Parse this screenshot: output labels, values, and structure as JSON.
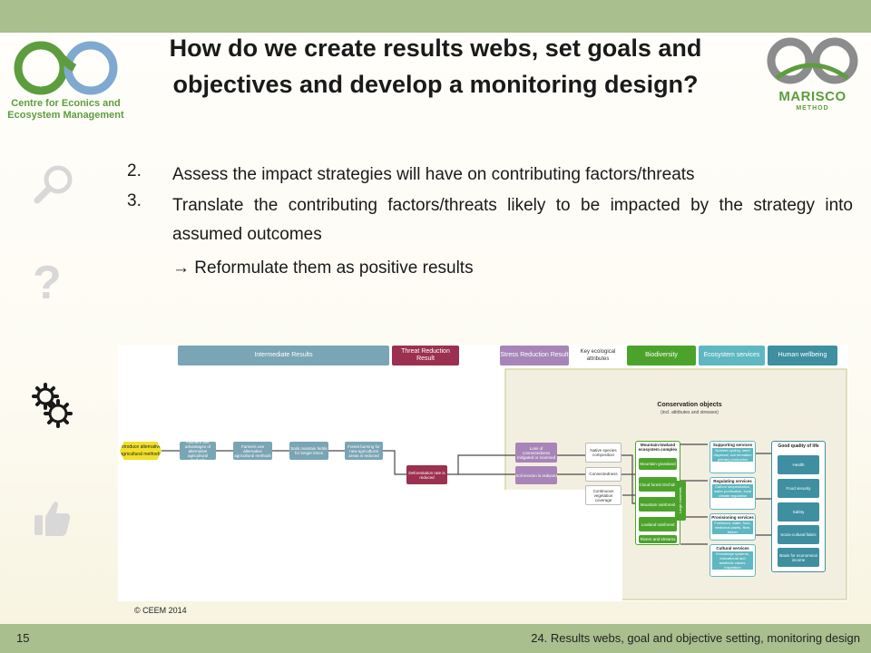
{
  "header": {
    "title": "How do we create results webs, set goals and objectives and develop a monitoring design?"
  },
  "logos": {
    "left": {
      "text_line1": "Centre for Econics and",
      "text_line2": "Ecosystem Management"
    },
    "right": {
      "name": "MARISCO",
      "sub": "METHOD"
    }
  },
  "side_icons": [
    "magnifier-icon",
    "question-icon",
    "gears-icon",
    "thumbs-up-icon"
  ],
  "side_icon_glyph": {
    "question": "?"
  },
  "bullets": [
    {
      "num": "2.",
      "text": "Assess the impact strategies will have on contributing factors/threats"
    },
    {
      "num": "3.",
      "text": "Translate the contributing factors/threats likely to be impacted by the strategy into assumed outcomes"
    },
    {
      "num": "",
      "text": "→ Reformulate them as positive results"
    }
  ],
  "diagram": {
    "headers": {
      "intermediate": "Intermediate Results",
      "threat_reduction": "Threat Reduction Result",
      "stress_reduction": "Stress Reduction Result",
      "key_attrs": "Key ecological attributes",
      "biodiversity": "Biodiversity",
      "ecosystem_services": "Ecosystem services",
      "human_wellbeing": "Human wellbeing"
    },
    "conservation_title": "Conservation objects",
    "conservation_sub": "(incl. attributes and stresses)",
    "strategy": "Introduce alternative agricultural methods",
    "intermediate_boxes": [
      "Farmers see advantages of alternative agricultural methods",
      "Farmers use alternative agricultural methods",
      "Soils maintain fertile for longer times",
      "Forest burning for new agricultural areas is reduced"
    ],
    "threat_box": "Deforestation rate is reduced",
    "stress_boxes": [
      "Loss of connectedness mitigated or reversed",
      "Soil erosion is reduced"
    ],
    "attribute_boxes": [
      "Native species composition",
      "Connectedness",
      "Continuous vegetation coverage"
    ],
    "biodiversity_group": "Mountain-lowland ecosystem complex",
    "biodiversity_boxes": [
      "Mountain grassland",
      "Cloud forest Orchids",
      "Mountain rainforest",
      "Lowland rainforest",
      "Rivers and streams"
    ],
    "large_mammals": "Large mammals",
    "services": [
      {
        "title": "Supporting services",
        "text": "Nutrient cycling, seed dispersal, soil formation primary production"
      },
      {
        "title": "Regulating services",
        "text": "Carbon sequestration, water purification, local climate regulation"
      },
      {
        "title": "Provisioning services",
        "text": "Fuelwood, water, food, medicinal plants, fibre, timber"
      },
      {
        "title": "Cultural services",
        "text": "Knowledge systems, educational and aesthetic values, inspiration"
      }
    ],
    "wellbeing_title": "Good quality of life",
    "wellbeing_boxes": [
      "Health",
      "Food security",
      "Safety",
      "Socio-cultural fabric",
      "Basis for economical income"
    ]
  },
  "copyright": "© CEEM 2014",
  "footer": {
    "slide_number": "15",
    "text": "24. Results webs, goal and objective setting, monitoring design"
  },
  "colors": {
    "bar": "#a9bf8e",
    "intermediate": "#7aa5b4",
    "threat": "#9b3050",
    "stress": "#a785b8",
    "biodiversity": "#4ca32b",
    "ecosystem": "#5fb7c1",
    "wellbeing": "#3e8fa0",
    "strategy": "#f0e02a"
  }
}
